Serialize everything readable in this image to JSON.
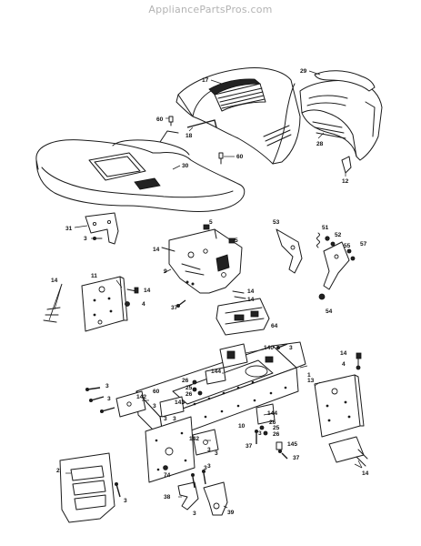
{
  "watermark": "AppliancePartsPros.com",
  "callouts": {
    "c17": "17",
    "c29": "29",
    "c60a": "60",
    "c18": "18",
    "c28": "28",
    "c30": "30",
    "c60b": "60",
    "c12": "12",
    "c31": "31",
    "c3a": "3",
    "c5a": "5",
    "c5b": "5",
    "c14a": "14",
    "c9": "9",
    "c53": "53",
    "c51": "51",
    "c52": "52",
    "c55": "55",
    "c57": "57",
    "c54": "54",
    "c14b": "14",
    "c11": "11",
    "c14c": "14",
    "c4a": "4",
    "c37a": "37",
    "c14d": "14",
    "c14e": "14",
    "c64": "64",
    "c140": "140",
    "c3b": "3",
    "c14f": "14",
    "c4b": "4",
    "c13": "13",
    "c144a": "144",
    "c26a": "26",
    "c25a": "25",
    "c26b": "26",
    "c1": "1",
    "c3c": "3",
    "c3d": "3",
    "c142a": "142",
    "c60c": "60",
    "c3e": "3",
    "c143": "143",
    "c3f": "3",
    "c3g": "3",
    "c10": "10",
    "c144b": "144",
    "c26c": "26",
    "c25b": "25",
    "c26d": "26",
    "c37b": "37",
    "c3h": "3",
    "c145": "145",
    "c37c": "37",
    "c142b": "142",
    "c3i": "3",
    "c3j": "3",
    "c3k": "3",
    "c74": "74",
    "c3l": "3",
    "c2": "2",
    "c3m": "3",
    "c38": "38",
    "c3n": "3",
    "c39": "39",
    "c14g": "14"
  }
}
